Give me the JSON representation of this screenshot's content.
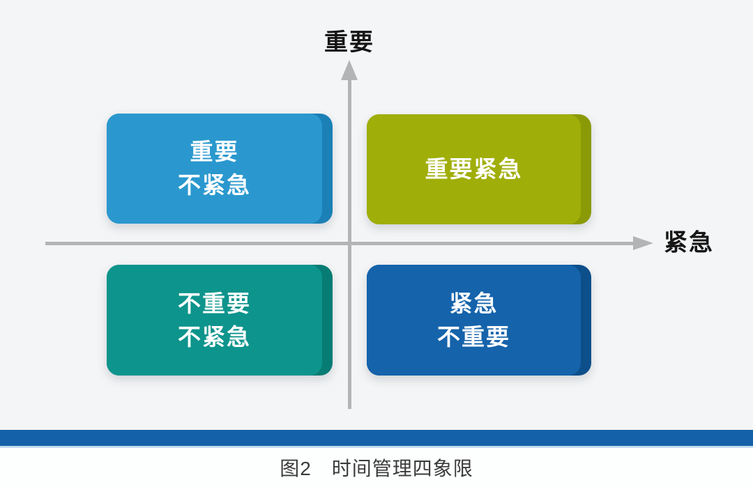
{
  "figure": {
    "type": "quadrant-diagram",
    "background_color": "#f4f5f6",
    "axis_color": "#b3b4b6",
    "y_axis_label": "重要",
    "x_axis_label": "紧急",
    "quadrants": [
      {
        "position": "top-left",
        "lines": [
          "重要",
          "不紧急"
        ],
        "fill": "#2a98ce",
        "side": "#1a80b6"
      },
      {
        "position": "top-right",
        "lines": [
          "重要紧急"
        ],
        "fill": "#a0ae09",
        "side": "#8a9a06"
      },
      {
        "position": "bottom-left",
        "lines": [
          "不重要",
          "不紧急"
        ],
        "fill": "#0d948c",
        "side": "#067c74"
      },
      {
        "position": "bottom-right",
        "lines": [
          "紧急",
          "不重要"
        ],
        "fill": "#1563ab",
        "side": "#0d4f8a"
      }
    ],
    "divider_bar_color": "#1461a9",
    "caption": "图2　时间管理四象限"
  }
}
